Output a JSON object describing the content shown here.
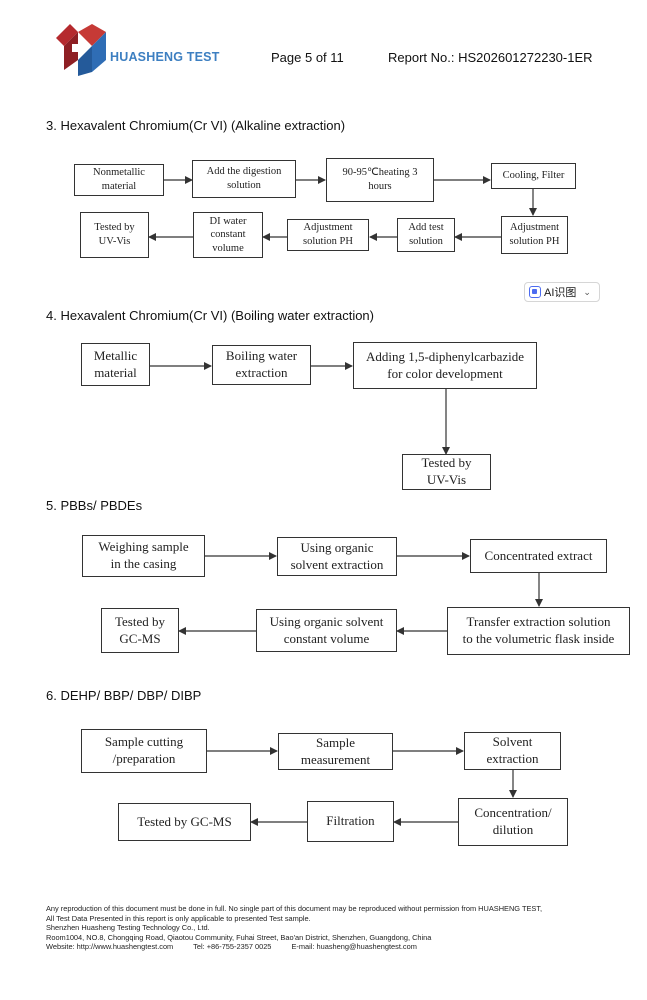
{
  "header": {
    "company": "HUASHENG TEST",
    "page": "Page 5 of 11",
    "report_no": "Report No.: HS202601272230-1ER"
  },
  "sections": {
    "s3": {
      "title": "3.  Hexavalent Chromium(Cr VI) (Alkaline extraction)",
      "boxes": [
        "Nonmetallic\nmaterial",
        "Add the digestion\nsolution",
        "90-95℃heating 3\nhours",
        "Cooling, Filter",
        "Adjustment\nsolution PH",
        "Add test\nsolution",
        "Adjustment\nsolution PH",
        "DI water\nconstant\nvolume",
        "Tested by\nUV-Vis"
      ]
    },
    "s4": {
      "title": "4.  Hexavalent Chromium(Cr VI) (Boiling water extraction)",
      "boxes": [
        "Metallic\nmaterial",
        "Boiling water\nextraction",
        "Adding 1,5-diphenylcarbazide\nfor color development",
        "Tested by\nUV-Vis"
      ]
    },
    "s5": {
      "title": "5.  PBBs/ PBDEs",
      "boxes": [
        "Weighing sample\nin the casing",
        "Using organic\nsolvent extraction",
        "Concentrated extract",
        "Transfer extraction solution\nto the volumetric flask inside",
        "Using organic solvent\nconstant volume",
        "Tested by\nGC-MS"
      ]
    },
    "s6": {
      "title": "6. DEHP/ BBP/ DBP/ DIBP",
      "boxes": [
        "Sample cutting\n/preparation",
        "Sample\nmeasurement",
        "Solvent\nextraction",
        "Concentration/\ndilution",
        "Filtration",
        "Tested by GC-MS"
      ]
    }
  },
  "ai_button": {
    "label": "AI识图",
    "icon": "ai-scan-icon",
    "chevron": "chevron-down-icon"
  },
  "footer": {
    "line1": "Any reproduction of this document must be done in full. No single part of this document may be reproduced without permission from HUASHENG TEST,",
    "line2": "All Test Data Presented in this report is only applicable to presented Test sample.",
    "line3": "Shenzhen Huasheng Testing Technology Co., Ltd.",
    "line4": "Room1004, NO.8, Chongqing Road, Qiaotou Community, Fuhai Street, Bao'an District, Shenzhen, Guangdong, China",
    "website": "Website: http://www.huashengtest.com",
    "tel": "Tel: +86-755-2357 0025",
    "email": "E-mail: huasheng@huashengtest.com"
  },
  "colors": {
    "logo_red": "#b52a2e",
    "logo_blue": "#2f6db5",
    "logo_text": "#3d7fc1"
  }
}
